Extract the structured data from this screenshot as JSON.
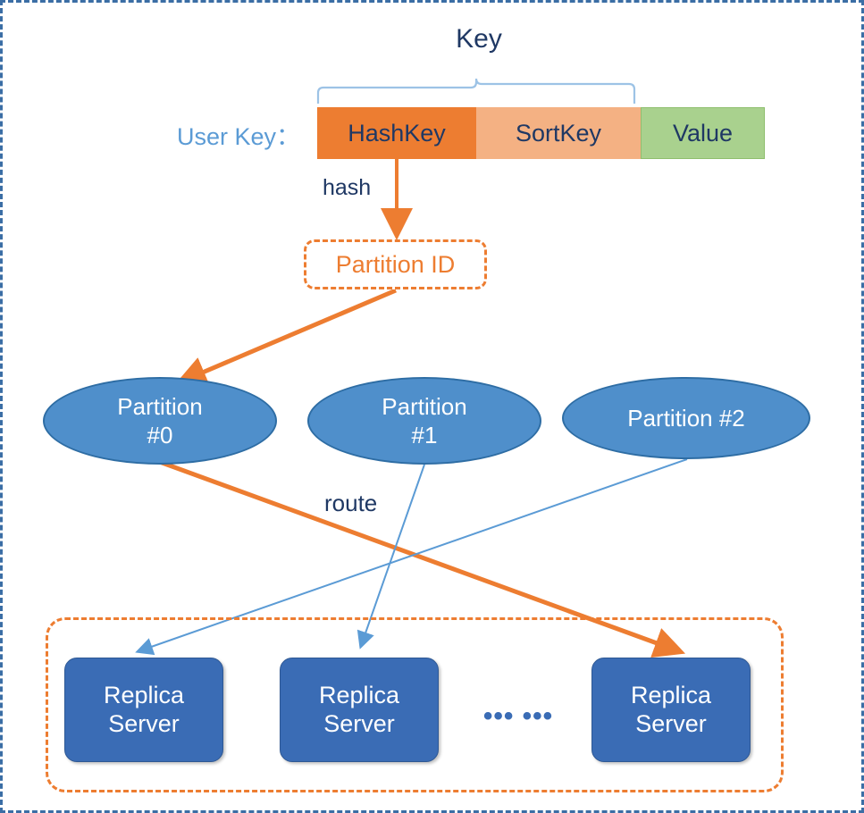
{
  "diagram": {
    "title_text": "Key",
    "user_key_label": "User Key：",
    "key_segments": [
      {
        "name": "hashkey",
        "label": "HashKey",
        "color": "#ED7D31"
      },
      {
        "name": "sortkey",
        "label": "SortKey",
        "color": "#F4B183"
      },
      {
        "name": "value",
        "label": "Value",
        "color": "#A9D18E"
      }
    ],
    "hash_edge_label": "hash",
    "partition_id": {
      "label": "Partition ID",
      "color": "#ED7D31"
    },
    "partitions": [
      {
        "line1": "Partition",
        "line2": "#0",
        "label": "Partition #0"
      },
      {
        "line1": "Partition",
        "line2": "#1",
        "label": "Partition #1"
      },
      {
        "line1": "Partition #2",
        "line2": "",
        "label": "Partition #2"
      }
    ],
    "route_edge_label": "route",
    "replica_servers": [
      {
        "line1": "Replica",
        "line2": "Server"
      },
      {
        "line1": "Replica",
        "line2": "Server"
      },
      {
        "line1": "Replica",
        "line2": "Server"
      }
    ],
    "ellipsis": "••• •••",
    "colors": {
      "accent_orange": "#ED7D31",
      "light_orange": "#F4B183",
      "green": "#A9D18E",
      "partition_blue": "#4F8FCB",
      "replica_blue": "#3A6CB5",
      "text_navy": "#1F3864",
      "label_blue": "#5B9BD5",
      "border_blue": "#3B6EA5"
    }
  }
}
